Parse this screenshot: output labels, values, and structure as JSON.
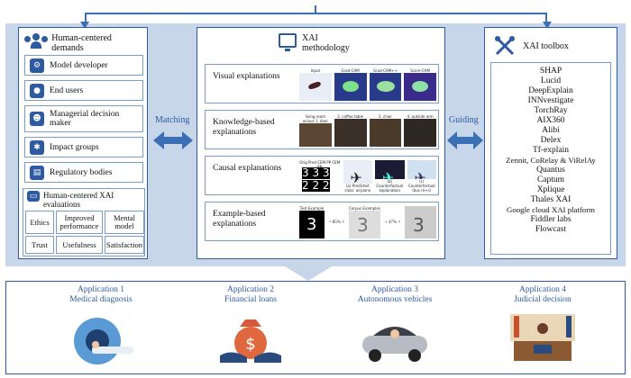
{
  "left": {
    "title": "Human-centered demands",
    "demands": [
      {
        "label": "Model developer",
        "icon": "head-gear-icon"
      },
      {
        "label": "End users",
        "icon": "user-icon"
      },
      {
        "label": "Managerial decision maker",
        "icon": "team-icon"
      },
      {
        "label": "Impact groups",
        "icon": "network-icon"
      },
      {
        "label": "Regulatory bodies",
        "icon": "document-icon"
      }
    ],
    "eval_title": "Human-centered XAI evaluations",
    "evaluations": [
      "Ethics",
      "Improved performance",
      "Mental model",
      "Trust",
      "Usefulness",
      "Satisfaction"
    ]
  },
  "middle": {
    "title": "XAI methodology",
    "methods": [
      {
        "label": "Visual explanations",
        "captions": [
          "Input",
          "Grad-CAM",
          "Grad-CAM++",
          "Score-CAM"
        ]
      },
      {
        "label": "Knowledge-based explanations",
        "captions": [
          "living room ocious 1. door",
          "2. coffee table",
          "3. chair",
          "4. outside arm"
        ]
      },
      {
        "label": "Causal explanations",
        "captions": [
          "Orig Pred CEM PP CEM PN",
          "(a) Predicted class: airplane",
          "(b) Counterfactual explanation",
          "(c) Counterfactual (bus m+s)"
        ]
      },
      {
        "label": "Example-based explanations",
        "captions": [
          "Test Example",
          "Corpus Examples",
          "= 85% ×",
          "+ 47% ×"
        ]
      }
    ]
  },
  "right": {
    "title": "XAI toolbox",
    "tools": [
      "SHAP",
      "Lucid",
      "DeepExplain",
      "INNvestigate",
      "TorchRay",
      "AIX360",
      "Alibi",
      "Delex",
      "Tf-explain",
      "Zennit, CoRelay & ViRelAy",
      "Quantus",
      "Captum",
      "Xplique",
      "Thales XAI",
      "Google cloud XAI platform",
      "Fiddler labs",
      "Flowcast"
    ]
  },
  "arrows": {
    "matching": "Matching",
    "guiding": "Guiding"
  },
  "applications": [
    {
      "number": "Application 1",
      "name": "Medical diagnosis"
    },
    {
      "number": "Application 2",
      "name": "Financial loans"
    },
    {
      "number": "Application 3",
      "name": "Autonomous vehicles"
    },
    {
      "number": "Application 4",
      "name": "Judicial decision"
    }
  ],
  "colors": {
    "accent": "#2d5aa0",
    "band": "#c8d6ea",
    "border": "#7a9cc8"
  }
}
